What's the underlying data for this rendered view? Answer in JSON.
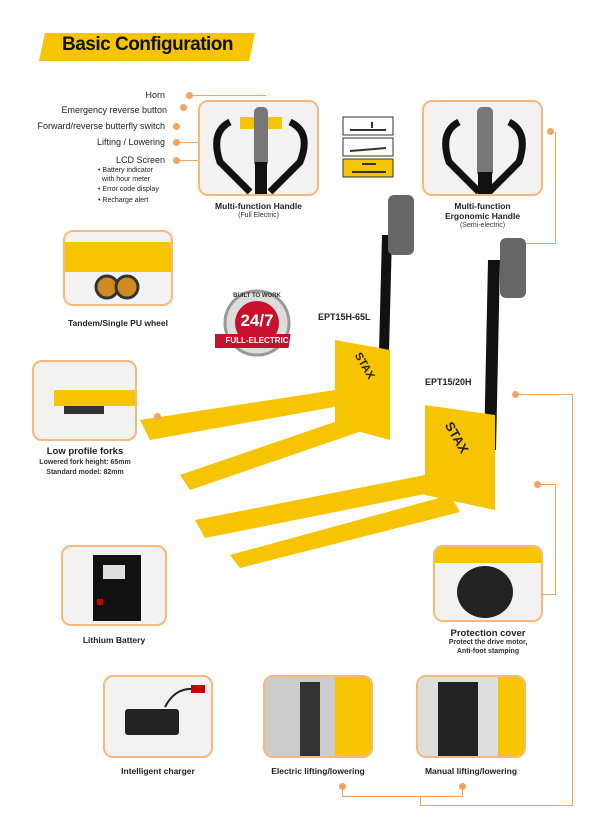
{
  "title": "Basic Configuration",
  "handle_labels": [
    "Horn",
    "Emergency reverse button",
    "Forward/reverse butterfly switch",
    "Lifting / Lowering",
    "LCD Screen"
  ],
  "lcd_bullets": [
    "Battery indicator",
    "with hour meter",
    "Error code display",
    "Recharge alert"
  ],
  "full_handle": {
    "caption": "Multi-function Handle",
    "sub": "(Full Electric)"
  },
  "semi_handle": {
    "caption": "Multi-function",
    "caption2": "Ergonomic Handle",
    "sub": "(Semi-electric)"
  },
  "tandem": {
    "caption": "Tandem/Single PU wheel"
  },
  "badge": {
    "top": "BUILT TO WORK",
    "main": "24/7",
    "bottom": "FULL-ELECTRIC"
  },
  "models": [
    "EPT15H-65L",
    "EPT15/20H"
  ],
  "brand": "STAX",
  "forks": {
    "caption": "Low profile forks",
    "sub1": "Lowered fork height: 65mm",
    "sub2": "Standard model: 82mm"
  },
  "battery": {
    "caption": "Lithium Battery"
  },
  "protection": {
    "caption": "Protection cover",
    "sub1": "Protect the drive motor,",
    "sub2": "Anti-foot stamping"
  },
  "charger": {
    "caption": "Intelligent charger"
  },
  "electric": {
    "caption": "Electric lifting/lowering"
  },
  "manual": {
    "caption": "Manual lifting/lowering"
  },
  "colors": {
    "accent": "#f6c400",
    "line": "#f4a460"
  }
}
